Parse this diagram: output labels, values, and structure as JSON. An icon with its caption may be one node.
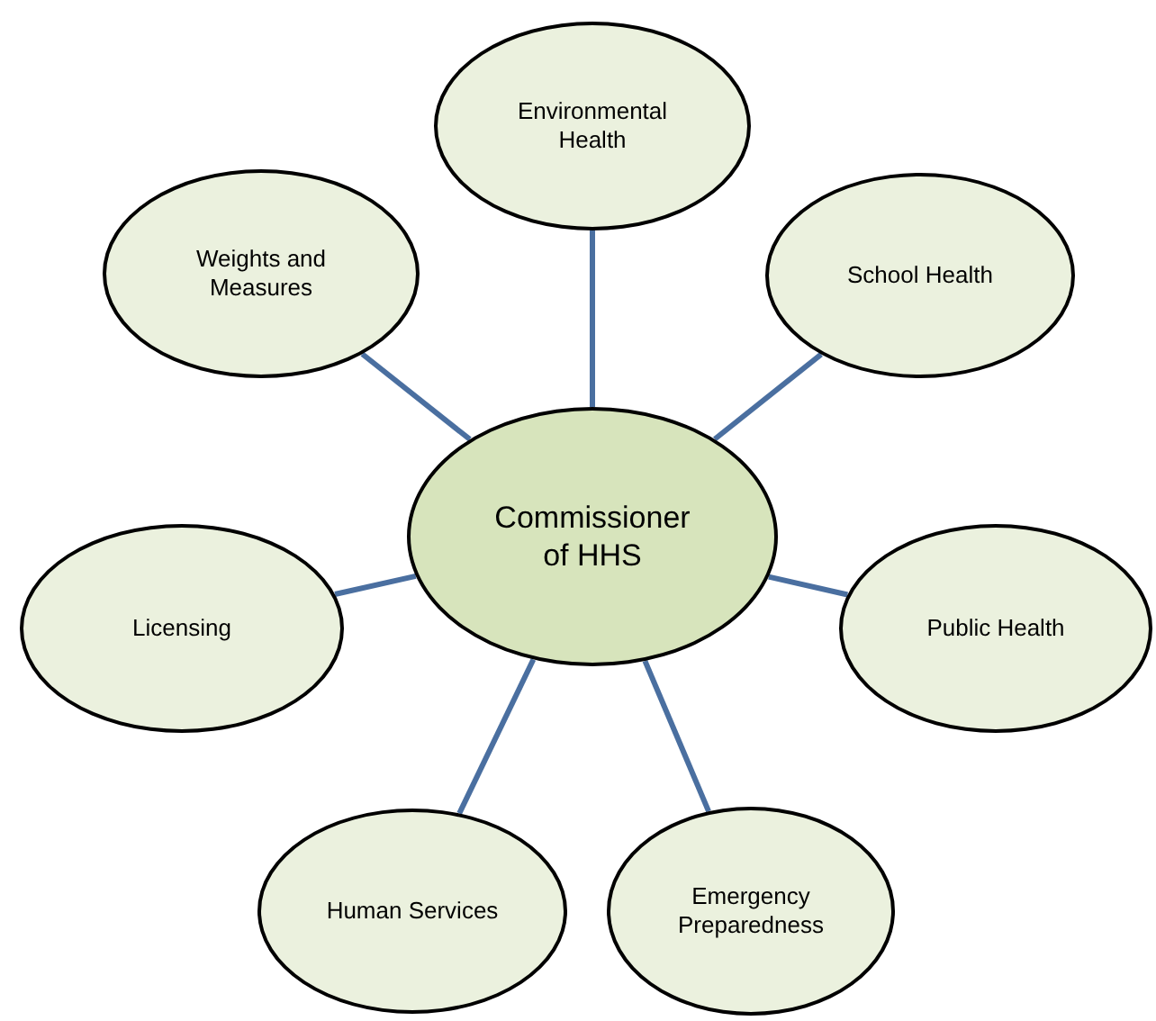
{
  "diagram": {
    "nodes": [
      {
        "text": [
          "Environmental Health"
        ]
      },
      {
        "text": [
          "Weights and Measures"
        ]
      },
      {
        "text": [
          "School Health"
        ]
      },
      {
        "text": [
          "Commissioner of HHS"
        ]
      },
      {
        "text": [
          "Licensing"
        ]
      },
      {
        "text": [
          "Public Health"
        ]
      },
      {
        "text": [
          "Human Services"
        ]
      },
      {
        "text": [
          "Emergency Preparedness"
        ]
      }
    ],
    "edges": [
      {
        "from": 3,
        "to": 0,
        "arrow": "none"
      },
      {
        "from": 3,
        "to": 1,
        "arrow": "none"
      },
      {
        "from": 3,
        "to": 2,
        "arrow": "none"
      },
      {
        "from": 3,
        "to": 4,
        "arrow": "none"
      },
      {
        "from": 3,
        "to": 5,
        "arrow": "none"
      },
      {
        "from": 3,
        "to": 6,
        "arrow": "none"
      },
      {
        "from": 3,
        "to": 7,
        "arrow": "none"
      }
    ]
  }
}
